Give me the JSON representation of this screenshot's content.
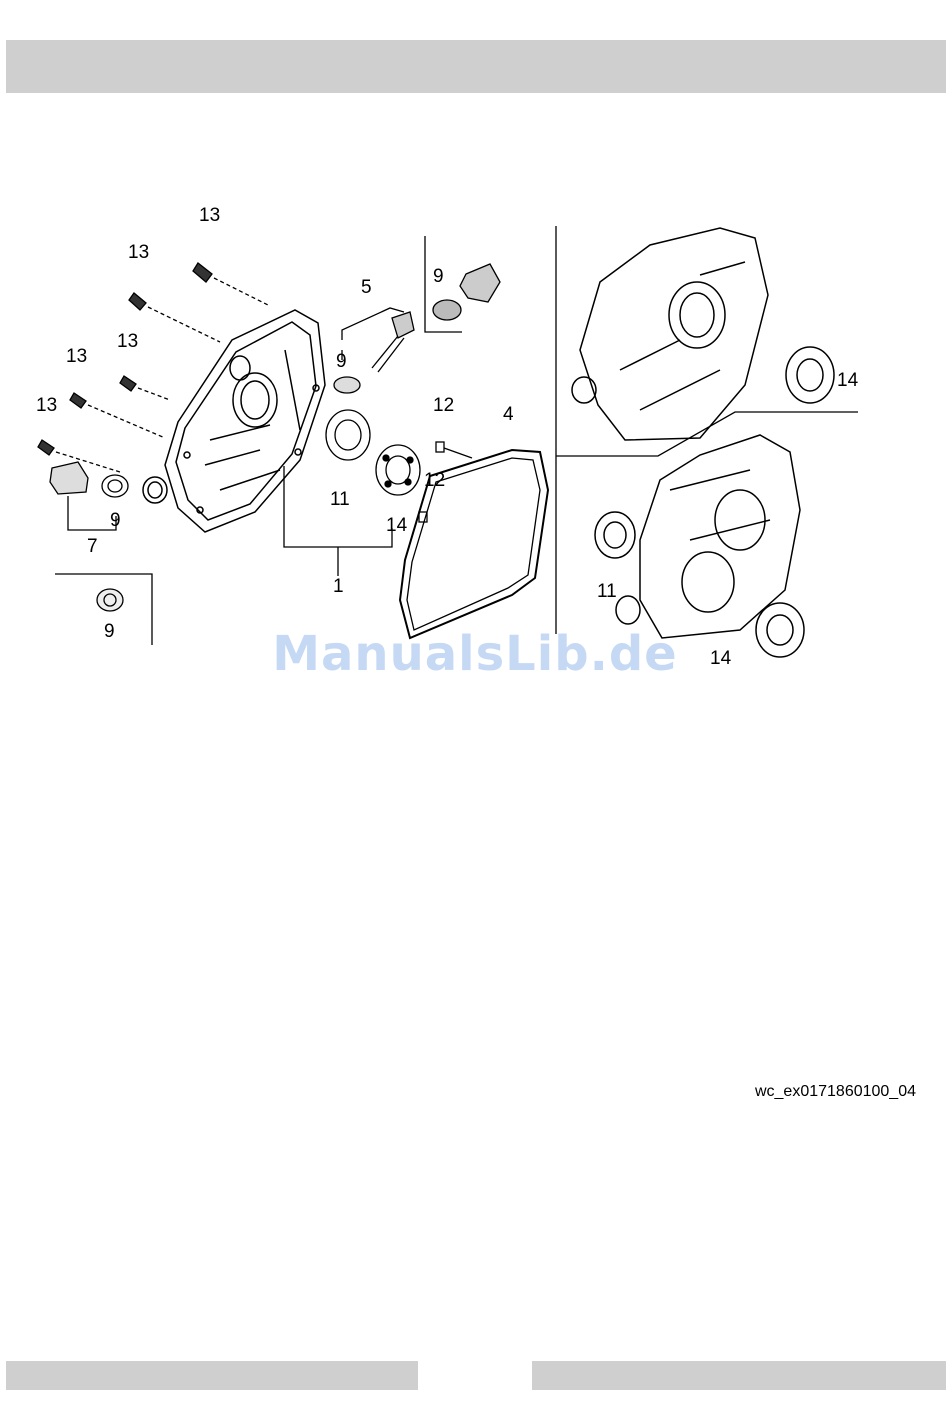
{
  "watermark": "ManualsLib.de",
  "drawing_code": "wc_ex0171860100_04",
  "callouts": {
    "c13a": "13",
    "c13b": "13",
    "c13c": "13",
    "c13d": "13",
    "c13e": "13",
    "c5": "5",
    "c9a": "9",
    "c9b": "9",
    "c9c": "9",
    "c9d": "9",
    "c7": "7",
    "c11a": "11",
    "c11b": "11",
    "c14a": "14",
    "c14b": "14",
    "c14c": "14",
    "c12a": "12",
    "c12b": "12",
    "c4": "4",
    "c1": "1"
  }
}
